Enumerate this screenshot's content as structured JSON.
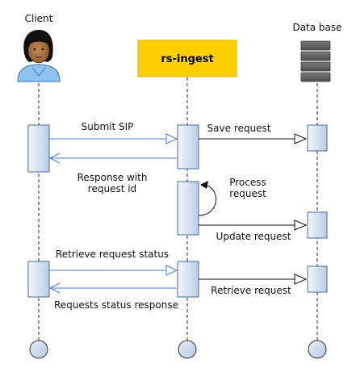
{
  "participants": {
    "client": {
      "label": "Client"
    },
    "ingest": {
      "label": "rs-ingest",
      "box_color": "#FFD000"
    },
    "database": {
      "label": "Data base"
    }
  },
  "messages": {
    "submit_sip": "Submit SIP",
    "response_with": "Response with",
    "request_id": "request id",
    "save_request": "Save request",
    "process": "Process",
    "request": "request",
    "update_request": "Update request",
    "retrieve_status": "Retrieve request status",
    "status_response": "Requests status response",
    "retrieve_request": "Retrieve request"
  },
  "colors": {
    "async_arrow": "#4a78d6",
    "sync_arrow": "#111111",
    "activation_fill": "#c9d8ec"
  }
}
